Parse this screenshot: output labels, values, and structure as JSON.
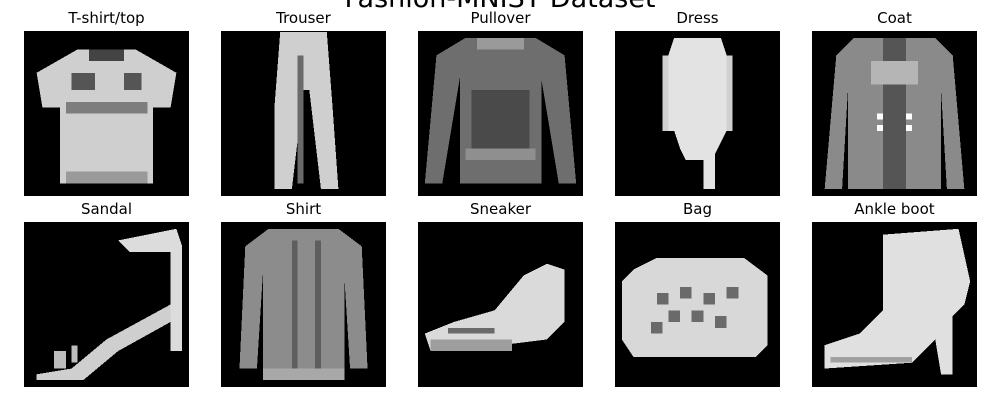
{
  "figure": {
    "title": "Fashion-MNIST Dataset"
  },
  "panels": [
    {
      "title": "T-shirt/top",
      "image": "t-shirt-top-image"
    },
    {
      "title": "Trouser",
      "image": "trouser-image"
    },
    {
      "title": "Pullover",
      "image": "pullover-image"
    },
    {
      "title": "Dress",
      "image": "dress-image"
    },
    {
      "title": "Coat",
      "image": "coat-image"
    },
    {
      "title": "Sandal",
      "image": "sandal-image"
    },
    {
      "title": "Shirt",
      "image": "shirt-image"
    },
    {
      "title": "Sneaker",
      "image": "sneaker-image"
    },
    {
      "title": "Bag",
      "image": "bag-image"
    },
    {
      "title": "Ankle boot",
      "image": "ankle-boot-image"
    }
  ],
  "colors": {
    "background": "#000000",
    "garment": "#d9d9d9",
    "garment_dark": "#5a5a5a",
    "frame": "#000000"
  }
}
